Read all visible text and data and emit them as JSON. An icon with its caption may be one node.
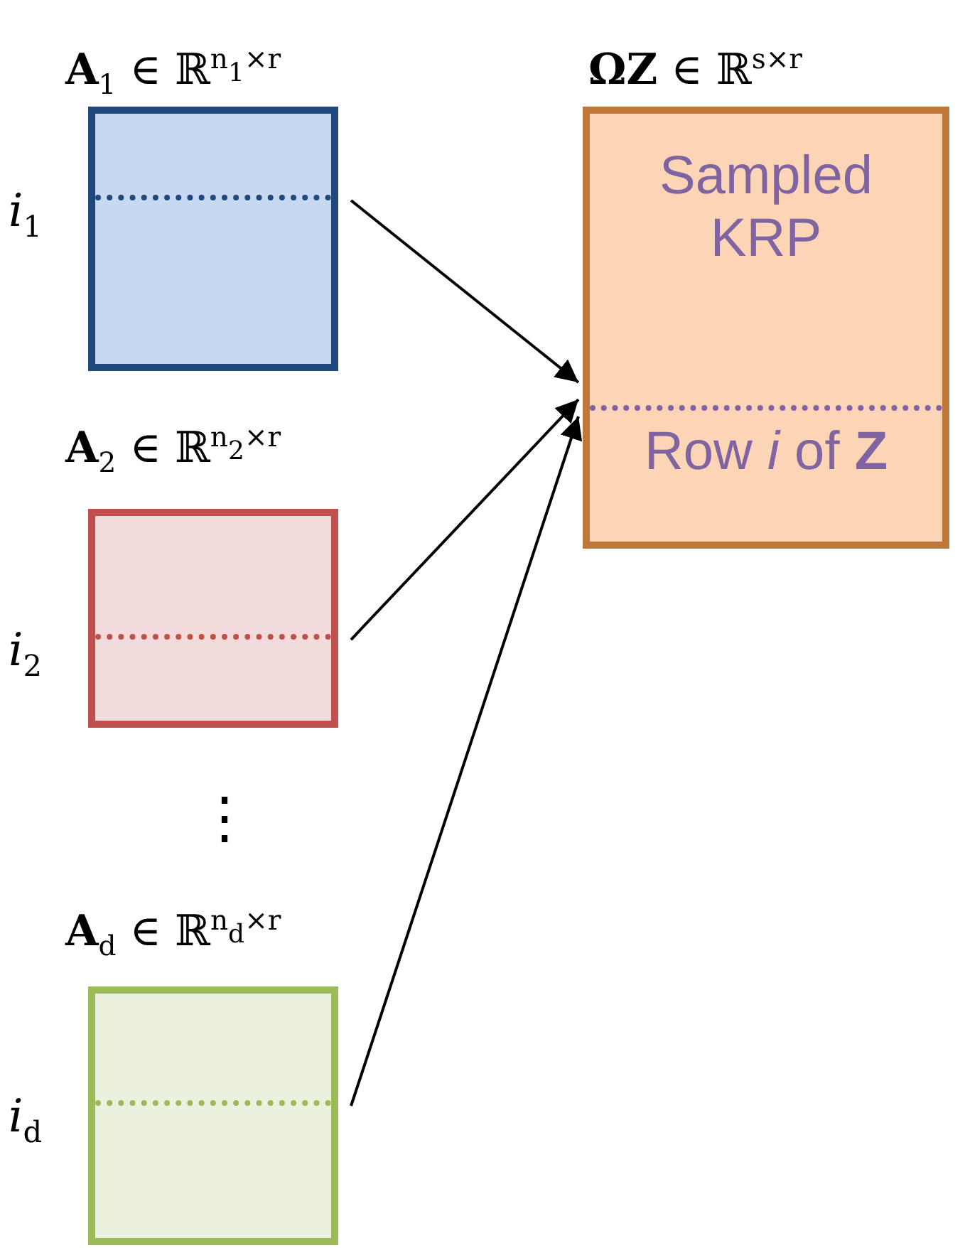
{
  "diagram": {
    "nodes": [
      {
        "text": [
          "**A**$_{1}$ ∈ ℝ$^{n}$$_{1}$$^{×r}$"
        ],
        "beside": [
          "*i*$_{1}$"
        ]
      },
      {
        "text": [
          "**A**$_{2}$ ∈ ℝ$^{n}$$_{2}$$^{×r}$"
        ],
        "beside": [
          "*i*$_{2}$"
        ]
      },
      {
        "text": [
          "**A**$_{d}$ ∈ ℝ$^{n}$$_{d}$$^{×r}$"
        ],
        "beside": [
          "*i*$_{d}$"
        ]
      },
      {
        "text": [
          "**ΩZ** ∈ ℝ$^{s×r}$",
          "Sampled KRP",
          "Row *i* of **Z**"
        ]
      }
    ],
    "edges": [
      {
        "from": 0,
        "to": 3,
        "arrow": "to"
      },
      {
        "from": 1,
        "to": 3,
        "arrow": "to"
      },
      {
        "from": 2,
        "to": 3,
        "arrow": "to"
      }
    ],
    "labels": [
      "⋮"
    ]
  }
}
